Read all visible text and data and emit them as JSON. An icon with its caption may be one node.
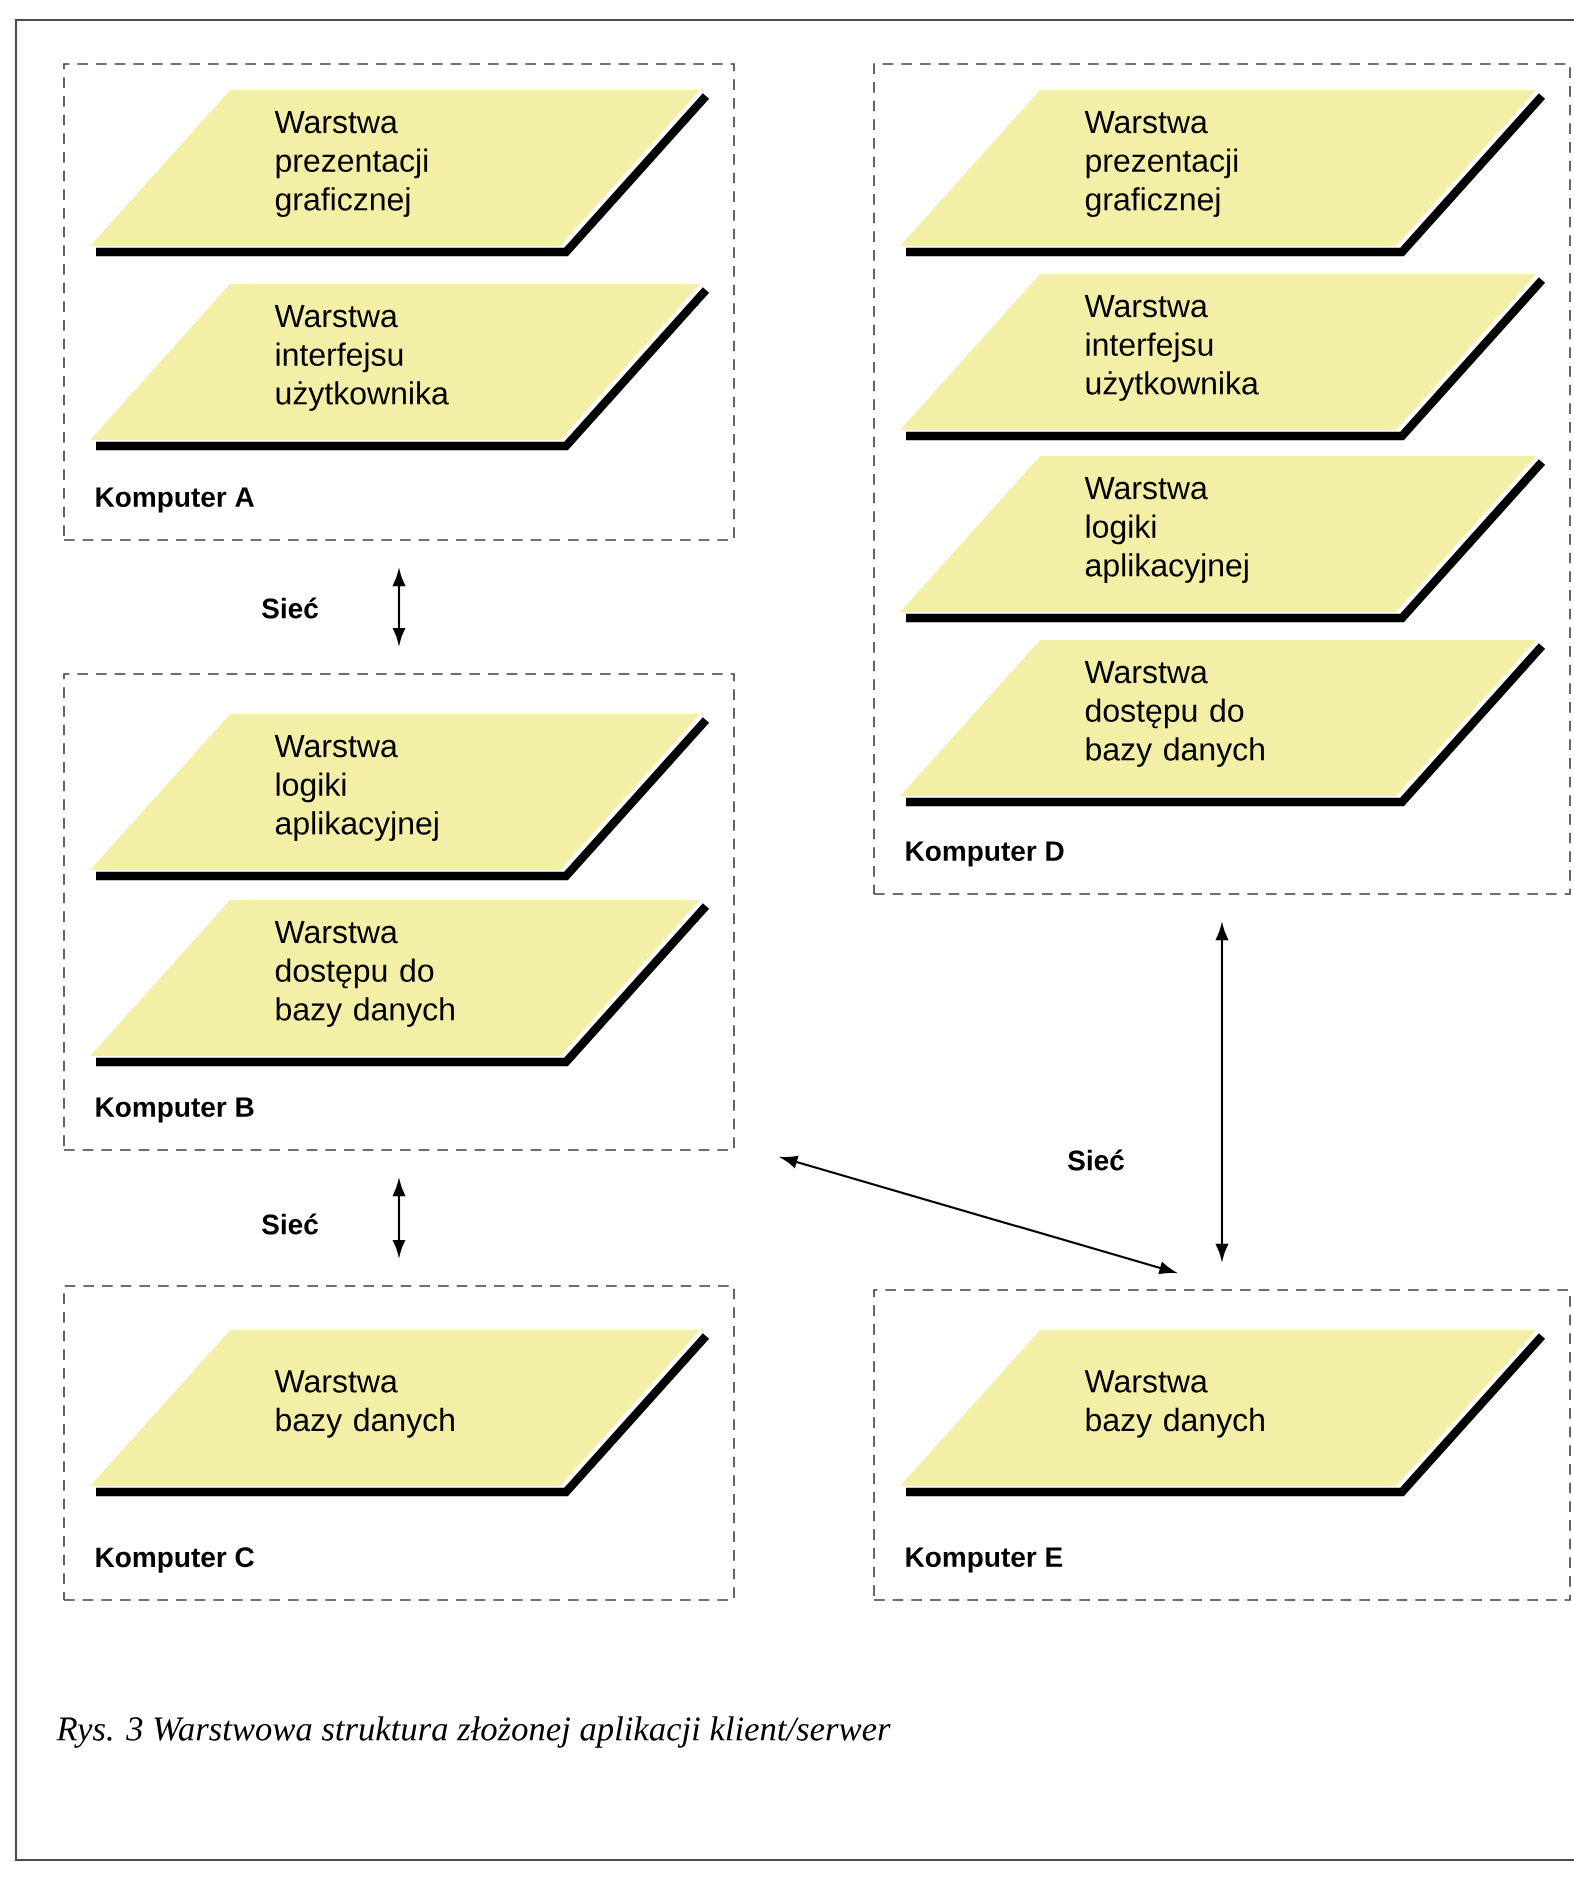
{
  "diagram": {
    "caption": "Rys. 3 Warstwowa struktura złożonej aplikacji klient/serwer",
    "nodes": [
      {
        "text": [
          "Komputer A"
        ]
      },
      {
        "text": [
          "Warstwa prezentacji graficznej"
        ],
        "in": 0
      },
      {
        "text": [
          "Warstwa interfejsu użytkownika"
        ],
        "in": 0
      },
      {
        "text": [
          "Komputer B"
        ]
      },
      {
        "text": [
          "Warstwa logiki aplikacyjnej"
        ],
        "in": 3
      },
      {
        "text": [
          "Warstwa dostępu do bazy danych"
        ],
        "in": 3
      },
      {
        "text": [
          "Komputer C"
        ]
      },
      {
        "text": [
          "Warstwa bazy danych"
        ],
        "in": 6
      },
      {
        "text": [
          "Komputer D"
        ]
      },
      {
        "text": [
          "Warstwa prezentacji graficznej"
        ],
        "in": 8
      },
      {
        "text": [
          "Warstwa interfejsu użytkownika"
        ],
        "in": 8
      },
      {
        "text": [
          "Warstwa logiki aplikacyjnej"
        ],
        "in": 8
      },
      {
        "text": [
          "Warstwa dostępu do bazy danych"
        ],
        "in": 8
      },
      {
        "text": [
          "Komputer E"
        ]
      },
      {
        "text": [
          "Warstwa bazy danych"
        ],
        "in": 13
      }
    ],
    "edges": [
      {
        "from": 0,
        "to": 3,
        "arrow": "both",
        "label": "Sieć"
      },
      {
        "from": 3,
        "to": 6,
        "arrow": "both",
        "label": "Sieć"
      },
      {
        "from": 3,
        "to": 13,
        "arrow": "both"
      },
      {
        "from": 8,
        "to": 13,
        "arrow": "both",
        "label": "Sieć"
      }
    ]
  }
}
